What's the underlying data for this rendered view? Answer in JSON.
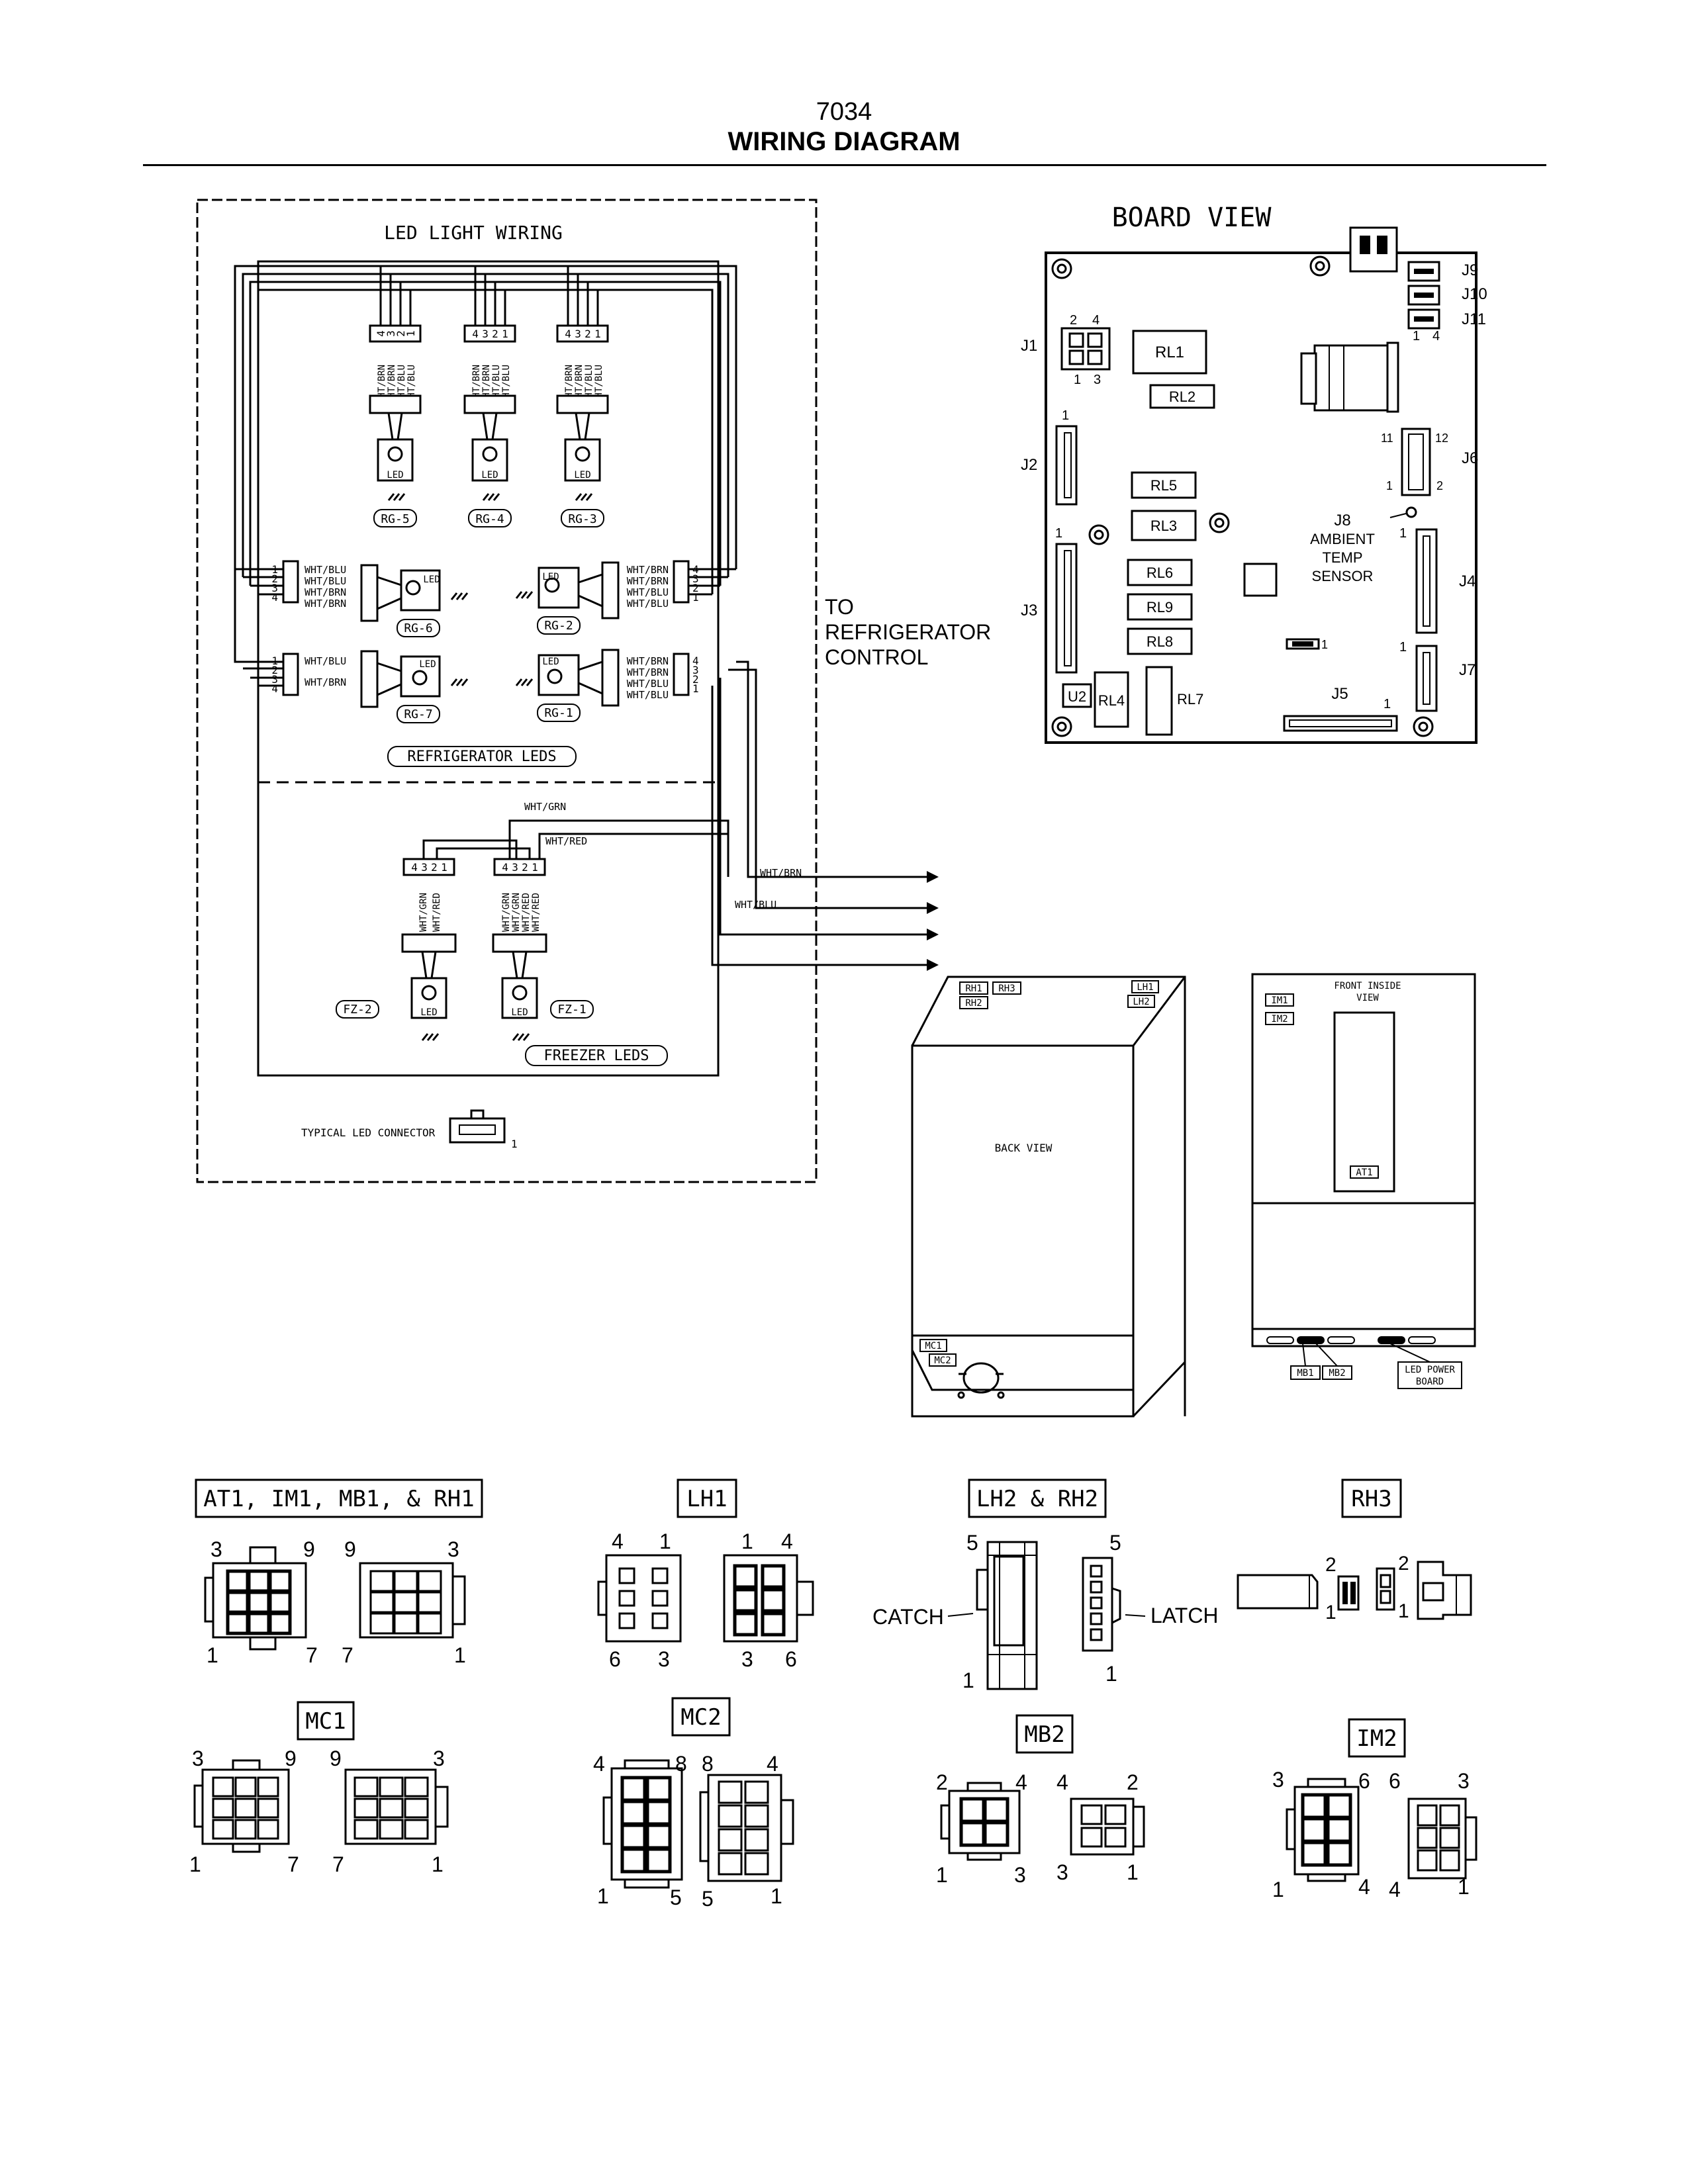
{
  "header": {
    "number": "7034",
    "title": "WIRING DIAGRAM"
  },
  "led_wiring": {
    "title": "LED LIGHT WIRING",
    "top_connector_pins": [
      "4",
      "3",
      "2",
      "1"
    ],
    "top_wire_labels": [
      "WHT/BRN",
      "WHT/BRN",
      "WHT/BLU",
      "WHT/BLU"
    ],
    "led_text": "LED",
    "top_leds": [
      "RG-5",
      "RG-4",
      "RG-3"
    ],
    "left_pins": [
      "1",
      "2",
      "3",
      "4"
    ],
    "left_upper_labels": [
      "WHT/BLU",
      "WHT/BLU",
      "WHT/BRN",
      "WHT/BRN"
    ],
    "left_lower_labels": [
      "WHT/BLU",
      "WHT/BRN"
    ],
    "right_pins": [
      "4",
      "3",
      "2",
      "1"
    ],
    "right_upper_labels": [
      "WHT/BRN",
      "WHT/BRN",
      "WHT/BLU",
      "WHT/BLU"
    ],
    "right_lower_labels": [
      "WHT/BRN",
      "WHT/BRN",
      "WHT/BLU",
      "WHT/BLU"
    ],
    "middle_leds": [
      "RG-6",
      "RG-2",
      "RG-7",
      "RG-1"
    ],
    "refrigerator_section": "REFRIGERATOR LEDS",
    "freezer_wires": [
      "WHT/GRN",
      "WHT/RED",
      "WHT/BRN",
      "WHT/BLU"
    ],
    "freezer_pins": [
      "4",
      "3",
      "2",
      "1"
    ],
    "fz2_wire_labels": [
      "WHT/GRN",
      "WHT/RED"
    ],
    "fz1_wire_labels": [
      "WHT/GRN",
      "WHT/GRN",
      "WHT/RED",
      "WHT/RED"
    ],
    "freezer_leds": [
      "FZ-2",
      "FZ-1"
    ],
    "freezer_section": "FREEZER LEDS",
    "typical_connector": "TYPICAL LED CONNECTOR",
    "typical_pin": "1"
  },
  "to_control": [
    "TO",
    "REFRIGERATOR",
    "CONTROL"
  ],
  "board_view": {
    "title": "BOARD VIEW",
    "connectors": [
      "J9",
      "J10",
      "J11",
      "J1",
      "J2",
      "J3",
      "J4",
      "J5",
      "J6",
      "J7"
    ],
    "relays": [
      "RL1",
      "RL2",
      "RL5",
      "RL3",
      "RL6",
      "RL9",
      "RL8",
      "RL4",
      "RL7"
    ],
    "u2": "U2",
    "sensor": [
      "J8",
      "AMBIENT",
      "TEMP",
      "SENSOR"
    ],
    "pins": {
      "j11": [
        "1",
        "4"
      ],
      "j1_top": [
        "2",
        "4"
      ],
      "j1_bottom": [
        "1",
        "3"
      ],
      "j2": "1",
      "j3": "1",
      "j4": "1",
      "j7": "1",
      "j5": "1",
      "j5_small": "1",
      "j6": [
        "11",
        "12",
        "1",
        "2"
      ]
    }
  },
  "back_view": {
    "label": "BACK VIEW",
    "connectors": [
      "RH1",
      "RH3",
      "RH2",
      "LH1",
      "LH2",
      "MC1",
      "MC2"
    ]
  },
  "front_view": {
    "label": [
      "FRONT INSIDE",
      "VIEW"
    ],
    "connectors": [
      "IM1",
      "IM2",
      "AT1",
      "MB1",
      "MB2"
    ],
    "power_board": [
      "LED POWER",
      "BOARD"
    ]
  },
  "connector_details": {
    "at1": {
      "title": "AT1, IM1, MB1, & RH1",
      "pins": [
        "3",
        "9",
        "1",
        "7",
        "9",
        "3",
        "7",
        "1"
      ]
    },
    "lh1": {
      "title": "LH1",
      "pins": [
        "4",
        "1",
        "6",
        "3",
        "1",
        "4",
        "3",
        "6"
      ]
    },
    "lh2": {
      "title": "LH2 & RH2",
      "pins": [
        "5",
        "1",
        "5",
        "1"
      ],
      "catch": "CATCH",
      "latch": "LATCH"
    },
    "rh3": {
      "title": "RH3",
      "pins": [
        "2",
        "1",
        "2",
        "1"
      ]
    },
    "mc1": {
      "title": "MC1",
      "pins": [
        "3",
        "9",
        "1",
        "7",
        "9",
        "3",
        "7",
        "1"
      ]
    },
    "mc2": {
      "title": "MC2",
      "pins": [
        "4",
        "8",
        "1",
        "5",
        "8",
        "4",
        "5",
        "1"
      ]
    },
    "mb2": {
      "title": "MB2",
      "pins": [
        "2",
        "4",
        "1",
        "3",
        "4",
        "2",
        "3",
        "1"
      ]
    },
    "im2": {
      "title": "IM2",
      "pins": [
        "3",
        "6",
        "1",
        "4",
        "6",
        "3",
        "4",
        "1"
      ]
    }
  }
}
